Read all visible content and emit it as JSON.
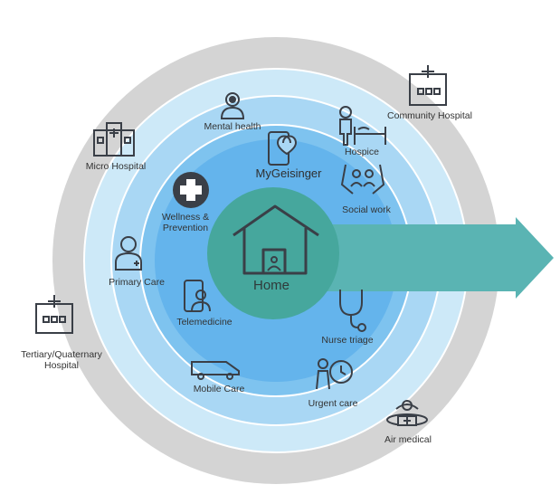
{
  "center": {
    "label": "Home"
  },
  "inner_ring": {
    "items": [
      {
        "name": "mygeisinger",
        "label": "MyGeisinger",
        "icon": "phone-heart-icon"
      },
      {
        "name": "social-work",
        "label": "Social work",
        "icon": "hands-people-icon"
      },
      {
        "name": "wellness",
        "label": "Wellness &\nPrevention",
        "icon": "medical-cross-icon"
      },
      {
        "name": "telemedicine",
        "label": "Telemedicine",
        "icon": "phone-doctor-icon"
      },
      {
        "name": "nurse-triage",
        "label": "Nurse triage",
        "icon": "stethoscope-icon"
      }
    ]
  },
  "middle_ring": {
    "items": [
      {
        "name": "mental-health",
        "label": "Mental health",
        "icon": "brain-person-icon"
      },
      {
        "name": "hospice",
        "label": "Hospice",
        "icon": "person-bed-icon"
      },
      {
        "name": "primary-care",
        "label": "Primary Care",
        "icon": "doctor-icon"
      },
      {
        "name": "mobile-care",
        "label": "Mobile Care",
        "icon": "van-icon"
      },
      {
        "name": "urgent-care",
        "label": "Urgent care",
        "icon": "person-clock-icon"
      }
    ]
  },
  "outer_ring": {
    "items": [
      {
        "name": "micro-hospital",
        "label": "Micro Hospital",
        "icon": "hospital-icon"
      },
      {
        "name": "community-hospital",
        "label": "Community Hospital",
        "icon": "hospital-icon"
      }
    ]
  },
  "outermost_ring": {
    "items": [
      {
        "name": "tertiary-hospital",
        "label": "Tertiary/Quaternary\nHospital",
        "icon": "hospital-icon"
      },
      {
        "name": "air-medical",
        "label": "Air medical",
        "icon": "drone-icon"
      }
    ]
  },
  "colors": {
    "ring_outer": "#d4d4d4",
    "ring_3": "#cde9f8",
    "ring_2": "#a9d7f4",
    "ring_1": "#7ec3ef",
    "ring_0": "#64b4ec",
    "center": "#46a79d",
    "arrow": "#5ab4b3",
    "icon": "#3a3f47"
  }
}
